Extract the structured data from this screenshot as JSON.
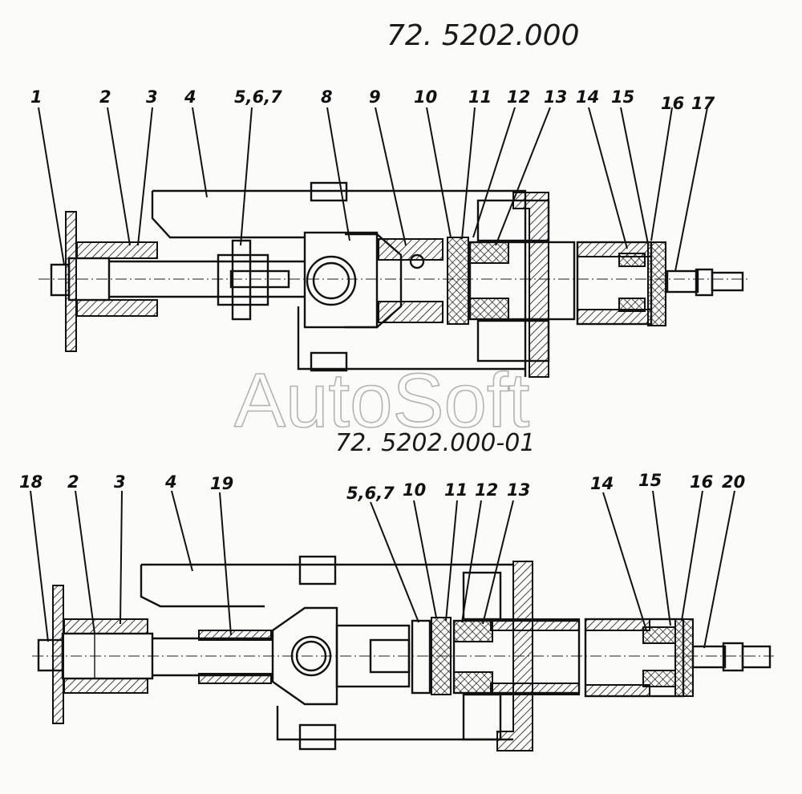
{
  "drawing": {
    "top_title": "72. 5202.000",
    "bottom_title": "72. 5202.000-01",
    "watermark": "AutoSoft"
  },
  "top_callouts": [
    {
      "label": "1"
    },
    {
      "label": "2"
    },
    {
      "label": "3"
    },
    {
      "label": "4"
    },
    {
      "label": "5,6,7"
    },
    {
      "label": "8"
    },
    {
      "label": "9"
    },
    {
      "label": "10"
    },
    {
      "label": "11"
    },
    {
      "label": "12"
    },
    {
      "label": "13"
    },
    {
      "label": "14"
    },
    {
      "label": "15"
    },
    {
      "label": "16"
    },
    {
      "label": "17"
    }
  ],
  "bottom_callouts": [
    {
      "label": "18"
    },
    {
      "label": "2"
    },
    {
      "label": "3"
    },
    {
      "label": "4"
    },
    {
      "label": "19"
    },
    {
      "label": "5,6,7"
    },
    {
      "label": "10"
    },
    {
      "label": "11"
    },
    {
      "label": "12"
    },
    {
      "label": "13"
    },
    {
      "label": "14"
    },
    {
      "label": "15"
    },
    {
      "label": "16"
    },
    {
      "label": "20"
    }
  ]
}
